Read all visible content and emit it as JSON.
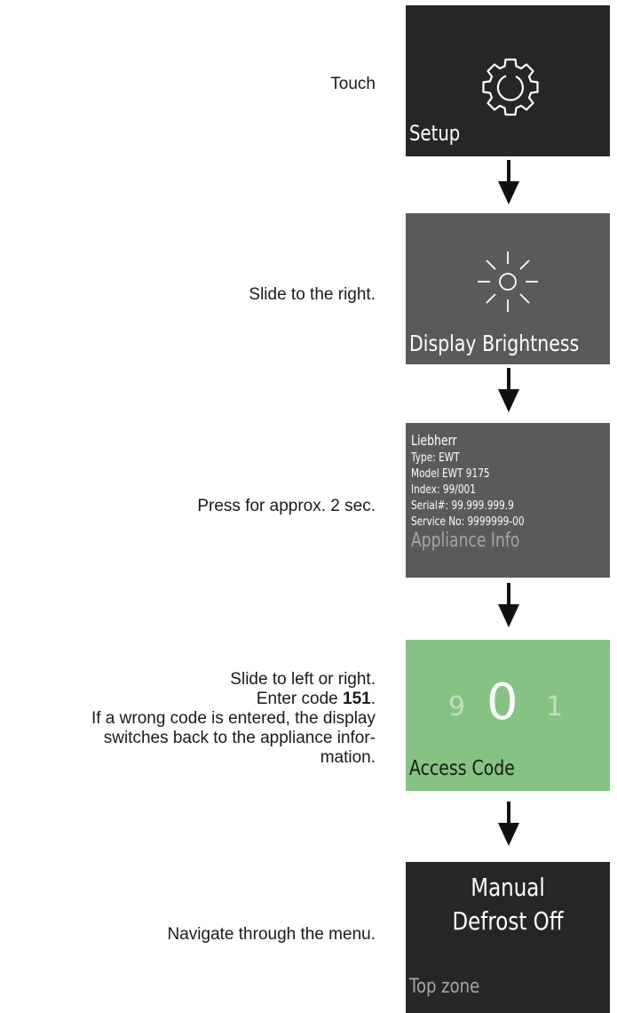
{
  "steps": [
    {
      "instruction": "Touch",
      "panel": {
        "label": "Setup",
        "icon": "gear-icon"
      }
    },
    {
      "instruction": "Slide to the right.",
      "panel": {
        "label": "Display Brightness",
        "icon": "sun-icon"
      }
    },
    {
      "instruction": "Press for approx. 2 sec.",
      "panel": {
        "brand": "Liebherr",
        "lines": [
          "Type: EWT",
          "Model EWT 9175",
          "Index: 99/001",
          "Serial#: 99.999.999.9",
          "Service No: 9999999-00"
        ],
        "label": "Appliance Info"
      }
    },
    {
      "instruction_lines": [
        "Slide to left or right.",
        "If a wrong code is entered, the display",
        "switches back to the appliance infor-",
        "mation."
      ],
      "code_prefix": "Enter code ",
      "code_value": "151",
      "code_suffix": ".",
      "panel": {
        "digits": [
          "9",
          "0",
          "1"
        ],
        "label": "Access Code"
      }
    },
    {
      "instruction": "Navigate through the menu.",
      "panel": {
        "title_lines": [
          "Manual",
          "Defrost Off"
        ],
        "label": "Top zone"
      }
    }
  ],
  "colors": {
    "panel_dark": "#262626",
    "panel_gray": "#5a5a5a",
    "panel_green": "#86c283",
    "info_title_gray": "#a5a5a5"
  }
}
